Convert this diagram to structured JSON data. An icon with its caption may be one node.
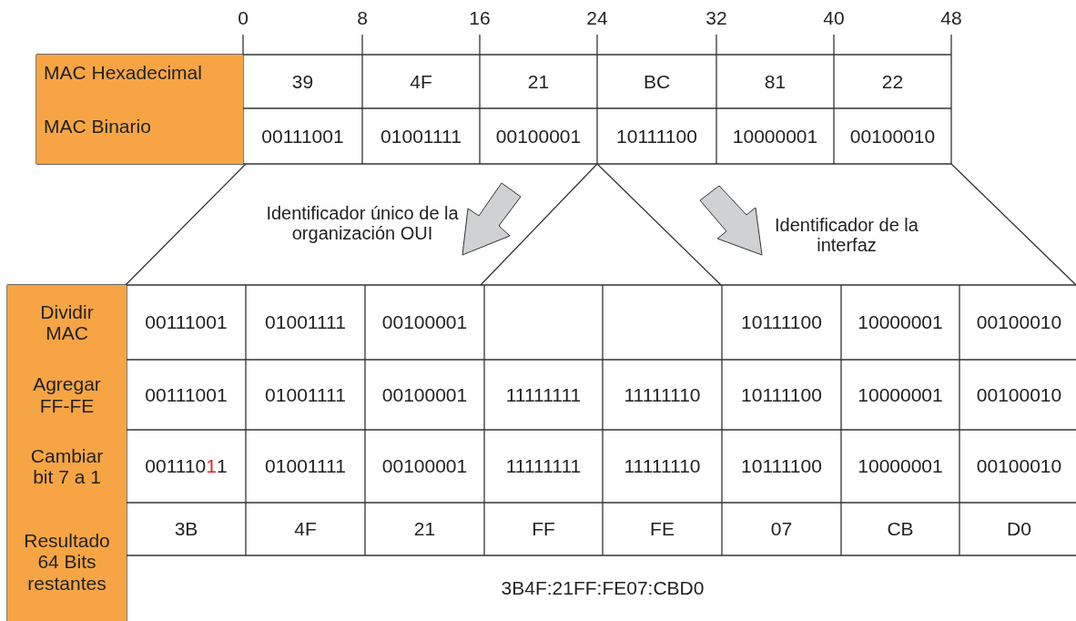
{
  "diagram": {
    "labels": [
      "0",
      "8",
      "16",
      "24",
      "32",
      "40",
      "48",
      "MAC Hexadecimal",
      "39",
      "4F",
      "21",
      "BC",
      "81",
      "22",
      "MAC Binario",
      "00111001",
      "01001111",
      "00100001",
      "10111100",
      "10000001",
      "00100010",
      "Identificador único de la organización OUI",
      "Identificador de la interfaz",
      "Dividir MAC",
      "00111001",
      "01001111",
      "00100001",
      "10111100",
      "10000001",
      "00100010",
      "Agregar FF-FE",
      "00111001",
      "01001111",
      "00100001",
      "11111111",
      "11111110",
      "10111100",
      "10000001",
      "00100010",
      "Cambiar bit 7 a 1",
      "00111011",
      "01001111",
      "00100001",
      "11111111",
      "11111110",
      "10111100",
      "10000001",
      "00100010",
      "Resultado 64 Bits restantes",
      "3B",
      "4F",
      "21",
      "FF",
      "FE",
      "07",
      "CB",
      "D0",
      "3B4F:21FF:FE07:CBD0"
    ]
  }
}
